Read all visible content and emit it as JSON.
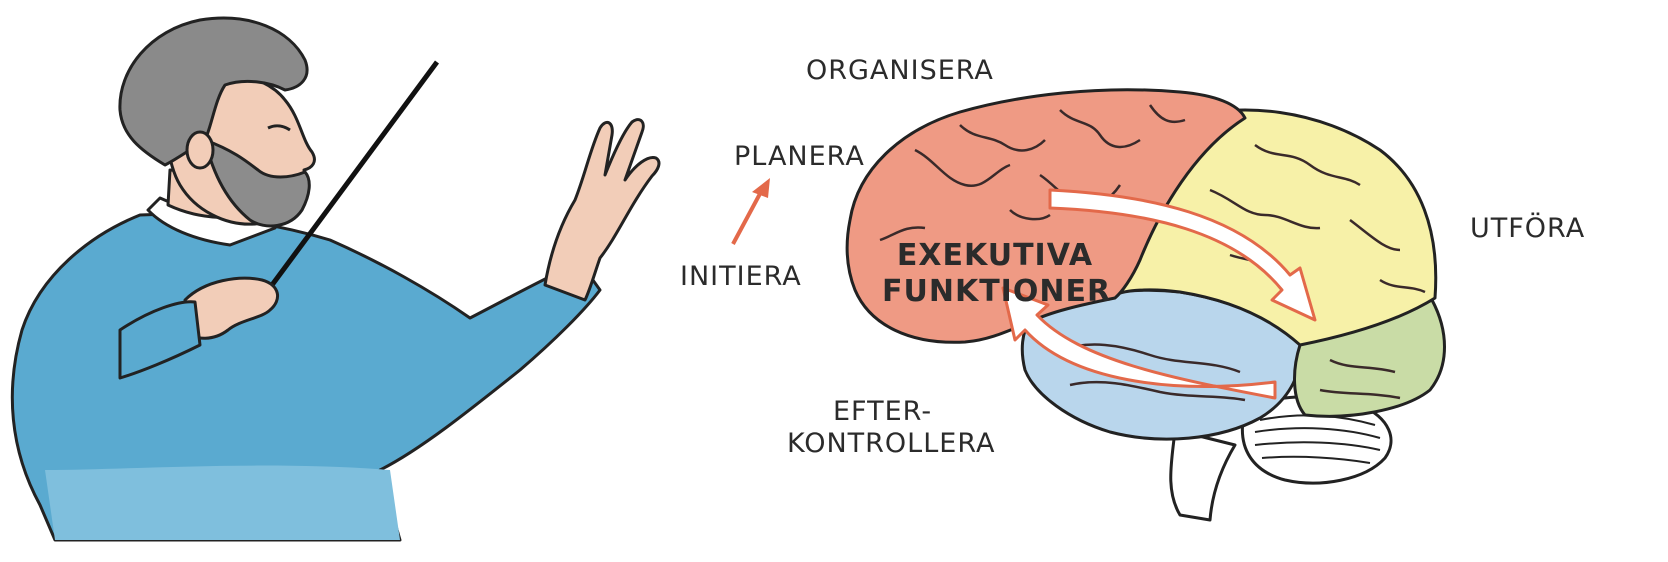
{
  "labels": {
    "organisera": "ORGANISERA",
    "planera": "PLANERA",
    "initiera": "INITIERA",
    "utfora": "UTFÖRA",
    "efter_line1": "EFTER-",
    "efter_line2": "KONTROLLERA",
    "center_line1": "EXEKUTIVA",
    "center_line2": "FUNKTIONER"
  },
  "colors": {
    "frontal_lobe": "#ef9a84",
    "parietal_lobe": "#f7f1a8",
    "occipital_lobe": "#c9dca6",
    "temporal_lobe": "#b9d6ec",
    "cerebellum": "#ffffff",
    "sweater": "#5aaad0",
    "hair": "#8a8a8a",
    "skin": "#f2cdb8",
    "accent_arrow": "#e3694a"
  }
}
